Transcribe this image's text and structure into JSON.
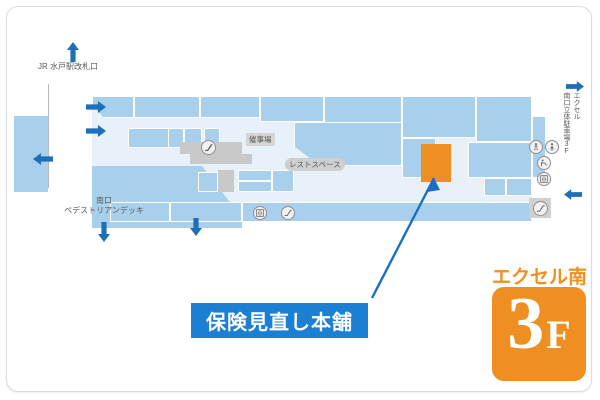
{
  "card": {
    "background": "#ffffff",
    "border_color": "#dcdcdc"
  },
  "map": {
    "floor_color": "#e8f1f9",
    "unit_color": "#a8cfeb",
    "gray_color": "#c9c9c9",
    "highlight_color": "#ef8f22",
    "arrow_color": "#1d6fb8",
    "labels": {
      "station_gate": "JR 水戸駅改札口",
      "pedestrian_deck_line1": "南口",
      "pedestrian_deck_line2": "ペデストリアンデッキ",
      "parking_col1": "エクセル",
      "parking_col2": "南口立体駐車場3F",
      "event_space": "催事場",
      "rest_space": "レストスペース"
    },
    "icons": [
      {
        "name": "escalator-icon",
        "glyph": "escalator"
      },
      {
        "name": "elevator-icon",
        "glyph": "elevator"
      },
      {
        "name": "escalator-icon",
        "glyph": "escalator"
      },
      {
        "name": "restroom-men-icon",
        "glyph": "man"
      },
      {
        "name": "restroom-women-icon",
        "glyph": "woman"
      },
      {
        "name": "baby-changing-icon",
        "glyph": "baby"
      },
      {
        "name": "elevator-icon",
        "glyph": "elevator"
      },
      {
        "name": "escalator-icon",
        "glyph": "escalator"
      }
    ],
    "arrows": [
      {
        "name": "arrow-up-station-gate",
        "direction": "up"
      },
      {
        "name": "arrow-right-entrance-upper",
        "direction": "right"
      },
      {
        "name": "arrow-right-entrance-lower",
        "direction": "right"
      },
      {
        "name": "arrow-left-west",
        "direction": "left"
      },
      {
        "name": "arrow-down-pedestrian-deck",
        "direction": "down"
      },
      {
        "name": "arrow-down-south-entrance",
        "direction": "down"
      },
      {
        "name": "arrow-right-parking-top",
        "direction": "right"
      },
      {
        "name": "arrow-left-parking-bottom",
        "direction": "left"
      }
    ]
  },
  "callout": {
    "shop_name": "保険見直し本舗",
    "background": "#1b7fd4",
    "text_color": "#ffffff",
    "pointer_color": "#1b6fc2"
  },
  "badge": {
    "building_name": "エクセル南",
    "floor_number": "3",
    "floor_suffix": "F",
    "color": "#ef8f22"
  }
}
